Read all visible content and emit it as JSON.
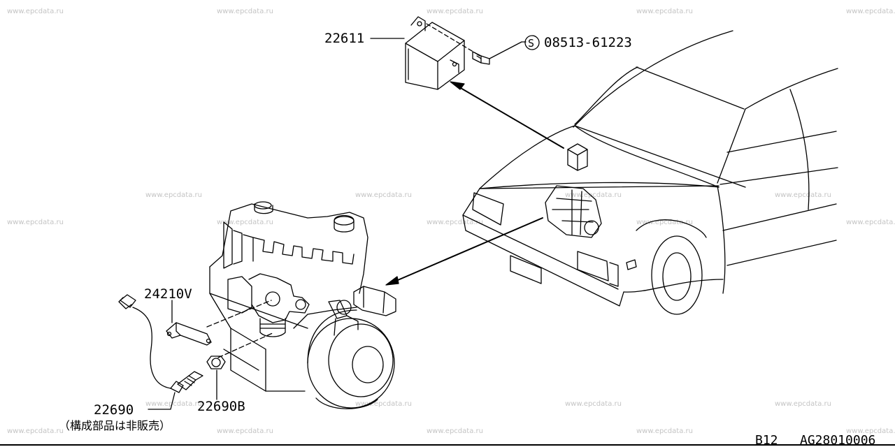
{
  "watermark_text": "www.epcdata.ru",
  "parts": {
    "ecu": "22611",
    "bolt_code": "08513-61223",
    "bolt_marker": "S",
    "sensor_bracket": "24210V",
    "sensor": "22690",
    "sensor_nut": "22690B",
    "note": "（構成部品は非販売）"
  },
  "footer": {
    "model": "B12",
    "diagram_code": "AG28010006"
  }
}
